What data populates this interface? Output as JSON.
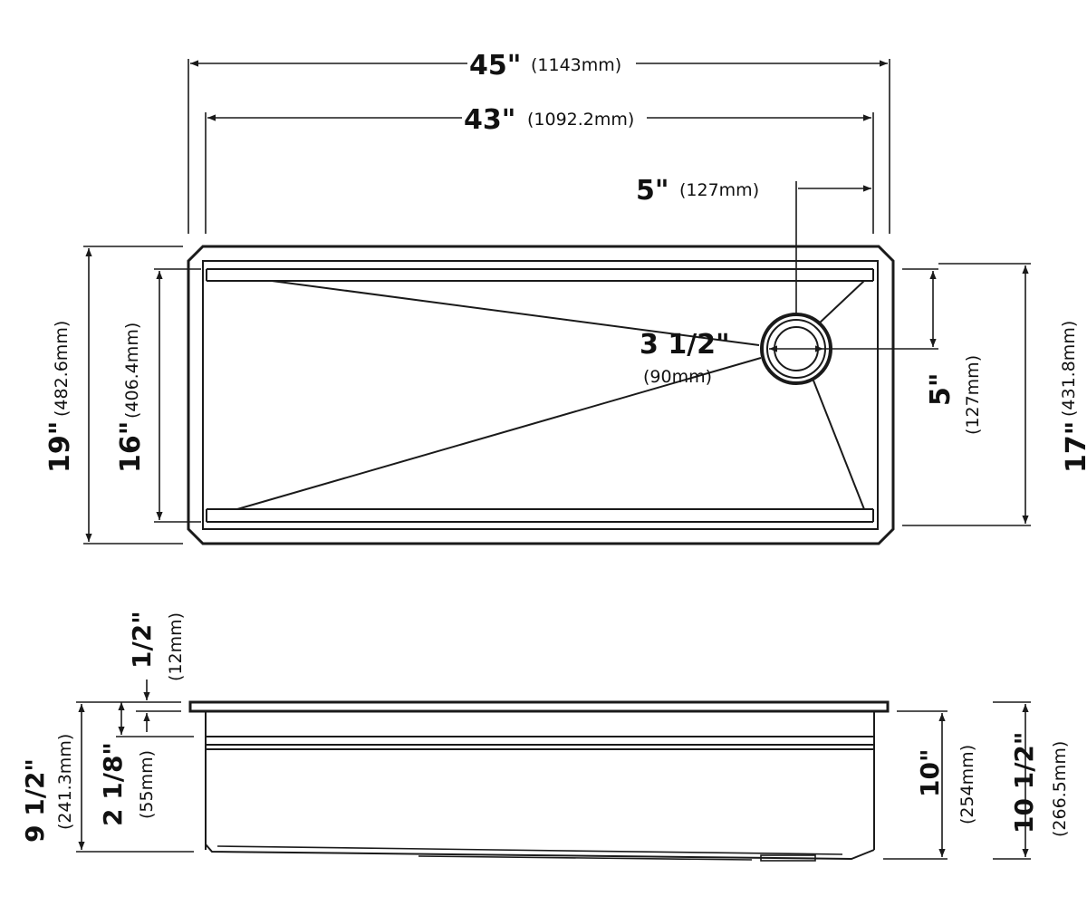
{
  "dims": {
    "overall_width": {
      "in": "45\"",
      "mm": "(1143mm)"
    },
    "inner_width": {
      "in": "43\"",
      "mm": "(1092.2mm)"
    },
    "drain_offset_x": {
      "in": "5\"",
      "mm": "(127mm)"
    },
    "drain_dia": {
      "in": "3 1/2\"",
      "mm": "(90mm)"
    },
    "overall_depth": {
      "in": "19\"",
      "mm": "(482.6mm)"
    },
    "inner_depth": {
      "in": "16\"",
      "mm": "(406.4mm)"
    },
    "drain_offset_y": {
      "in": "5\"",
      "mm": "(127mm)"
    },
    "bowl_depth_17": {
      "in": "17\"",
      "mm": "(431.8mm)"
    },
    "flange": {
      "in": "1/2\"",
      "mm": "(12mm)"
    },
    "ledge": {
      "in": "2 1/8\"",
      "mm": "(55mm)"
    },
    "height_left": {
      "in": "9 1/2\"",
      "mm": "(241.3mm)"
    },
    "height_right_inner": {
      "in": "10\"",
      "mm": "(254mm)"
    },
    "height_right_outer": {
      "in": "10 1/2\"",
      "mm": "(266.5mm)"
    }
  }
}
